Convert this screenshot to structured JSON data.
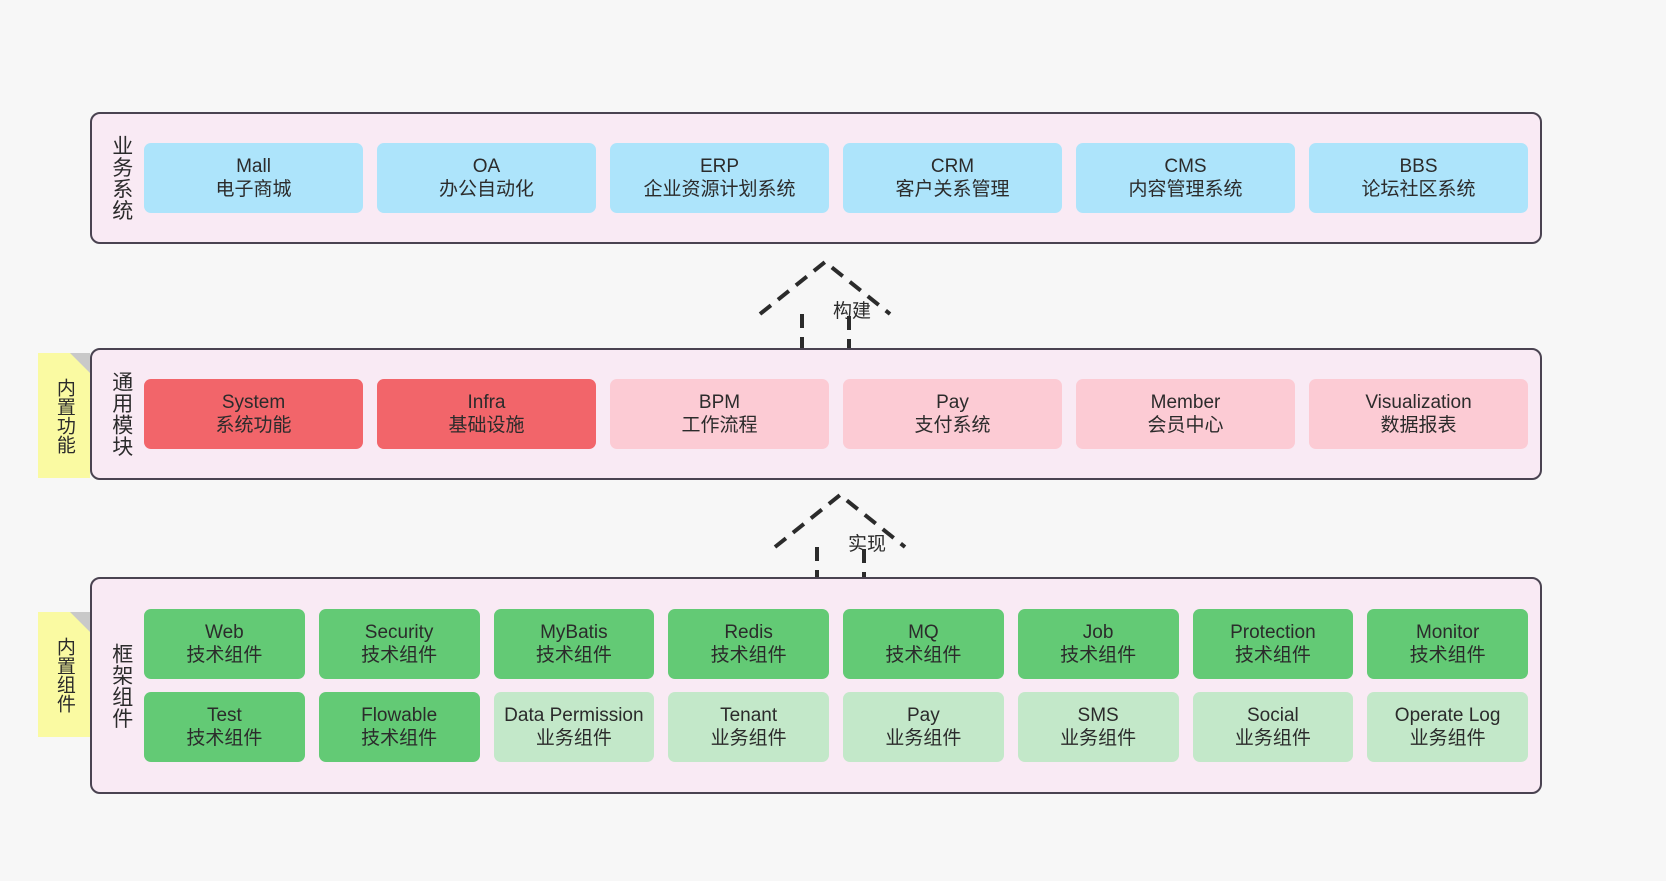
{
  "theme": {
    "page_background": "#f7f7f7",
    "layer_background": "#f9eaf4",
    "layer_border": "#4a4351",
    "sticky_background": "#fafaa2",
    "business_node": "#ade4fb",
    "core_module_node": "#f2656a",
    "module_node": "#fccbd4",
    "tech_component_node": "#63ca75",
    "biz_component_node": "#c3e8c9"
  },
  "layers": {
    "business": {
      "label": "业务系统",
      "nodes": [
        {
          "name": "Mall",
          "desc": "电子商城"
        },
        {
          "name": "OA",
          "desc": "办公自动化"
        },
        {
          "name": "ERP",
          "desc": "企业资源计划系统"
        },
        {
          "name": "CRM",
          "desc": "客户关系管理"
        },
        {
          "name": "CMS",
          "desc": "内容管理系统"
        },
        {
          "name": "BBS",
          "desc": "论坛社区系统"
        }
      ]
    },
    "common": {
      "label": "通用模块",
      "sticky": "内置功能",
      "nodes": [
        {
          "name": "System",
          "desc": "系统功能"
        },
        {
          "name": "Infra",
          "desc": "基础设施"
        },
        {
          "name": "BPM",
          "desc": "工作流程"
        },
        {
          "name": "Pay",
          "desc": "支付系统"
        },
        {
          "name": "Member",
          "desc": "会员中心"
        },
        {
          "name": "Visualization",
          "desc": "数据报表"
        }
      ]
    },
    "framework": {
      "label": "框架组件",
      "sticky": "内置组件",
      "row1": [
        {
          "name": "Web",
          "desc": "技术组件"
        },
        {
          "name": "Security",
          "desc": "技术组件"
        },
        {
          "name": "MyBatis",
          "desc": "技术组件"
        },
        {
          "name": "Redis",
          "desc": "技术组件"
        },
        {
          "name": "MQ",
          "desc": "技术组件"
        },
        {
          "name": "Job",
          "desc": "技术组件"
        },
        {
          "name": "Protection",
          "desc": "技术组件"
        },
        {
          "name": "Monitor",
          "desc": "技术组件"
        }
      ],
      "row2": [
        {
          "name": "Test",
          "desc": "技术组件"
        },
        {
          "name": "Flowable",
          "desc": "技术组件"
        },
        {
          "name": "Data Permission",
          "desc": "业务组件"
        },
        {
          "name": "Tenant",
          "desc": "业务组件"
        },
        {
          "name": "Pay",
          "desc": "业务组件"
        },
        {
          "name": "SMS",
          "desc": "业务组件"
        },
        {
          "name": "Social",
          "desc": "业务组件"
        },
        {
          "name": "Operate Log",
          "desc": "业务组件"
        }
      ]
    }
  },
  "connectors": {
    "build": "构建",
    "implement": "实现"
  }
}
